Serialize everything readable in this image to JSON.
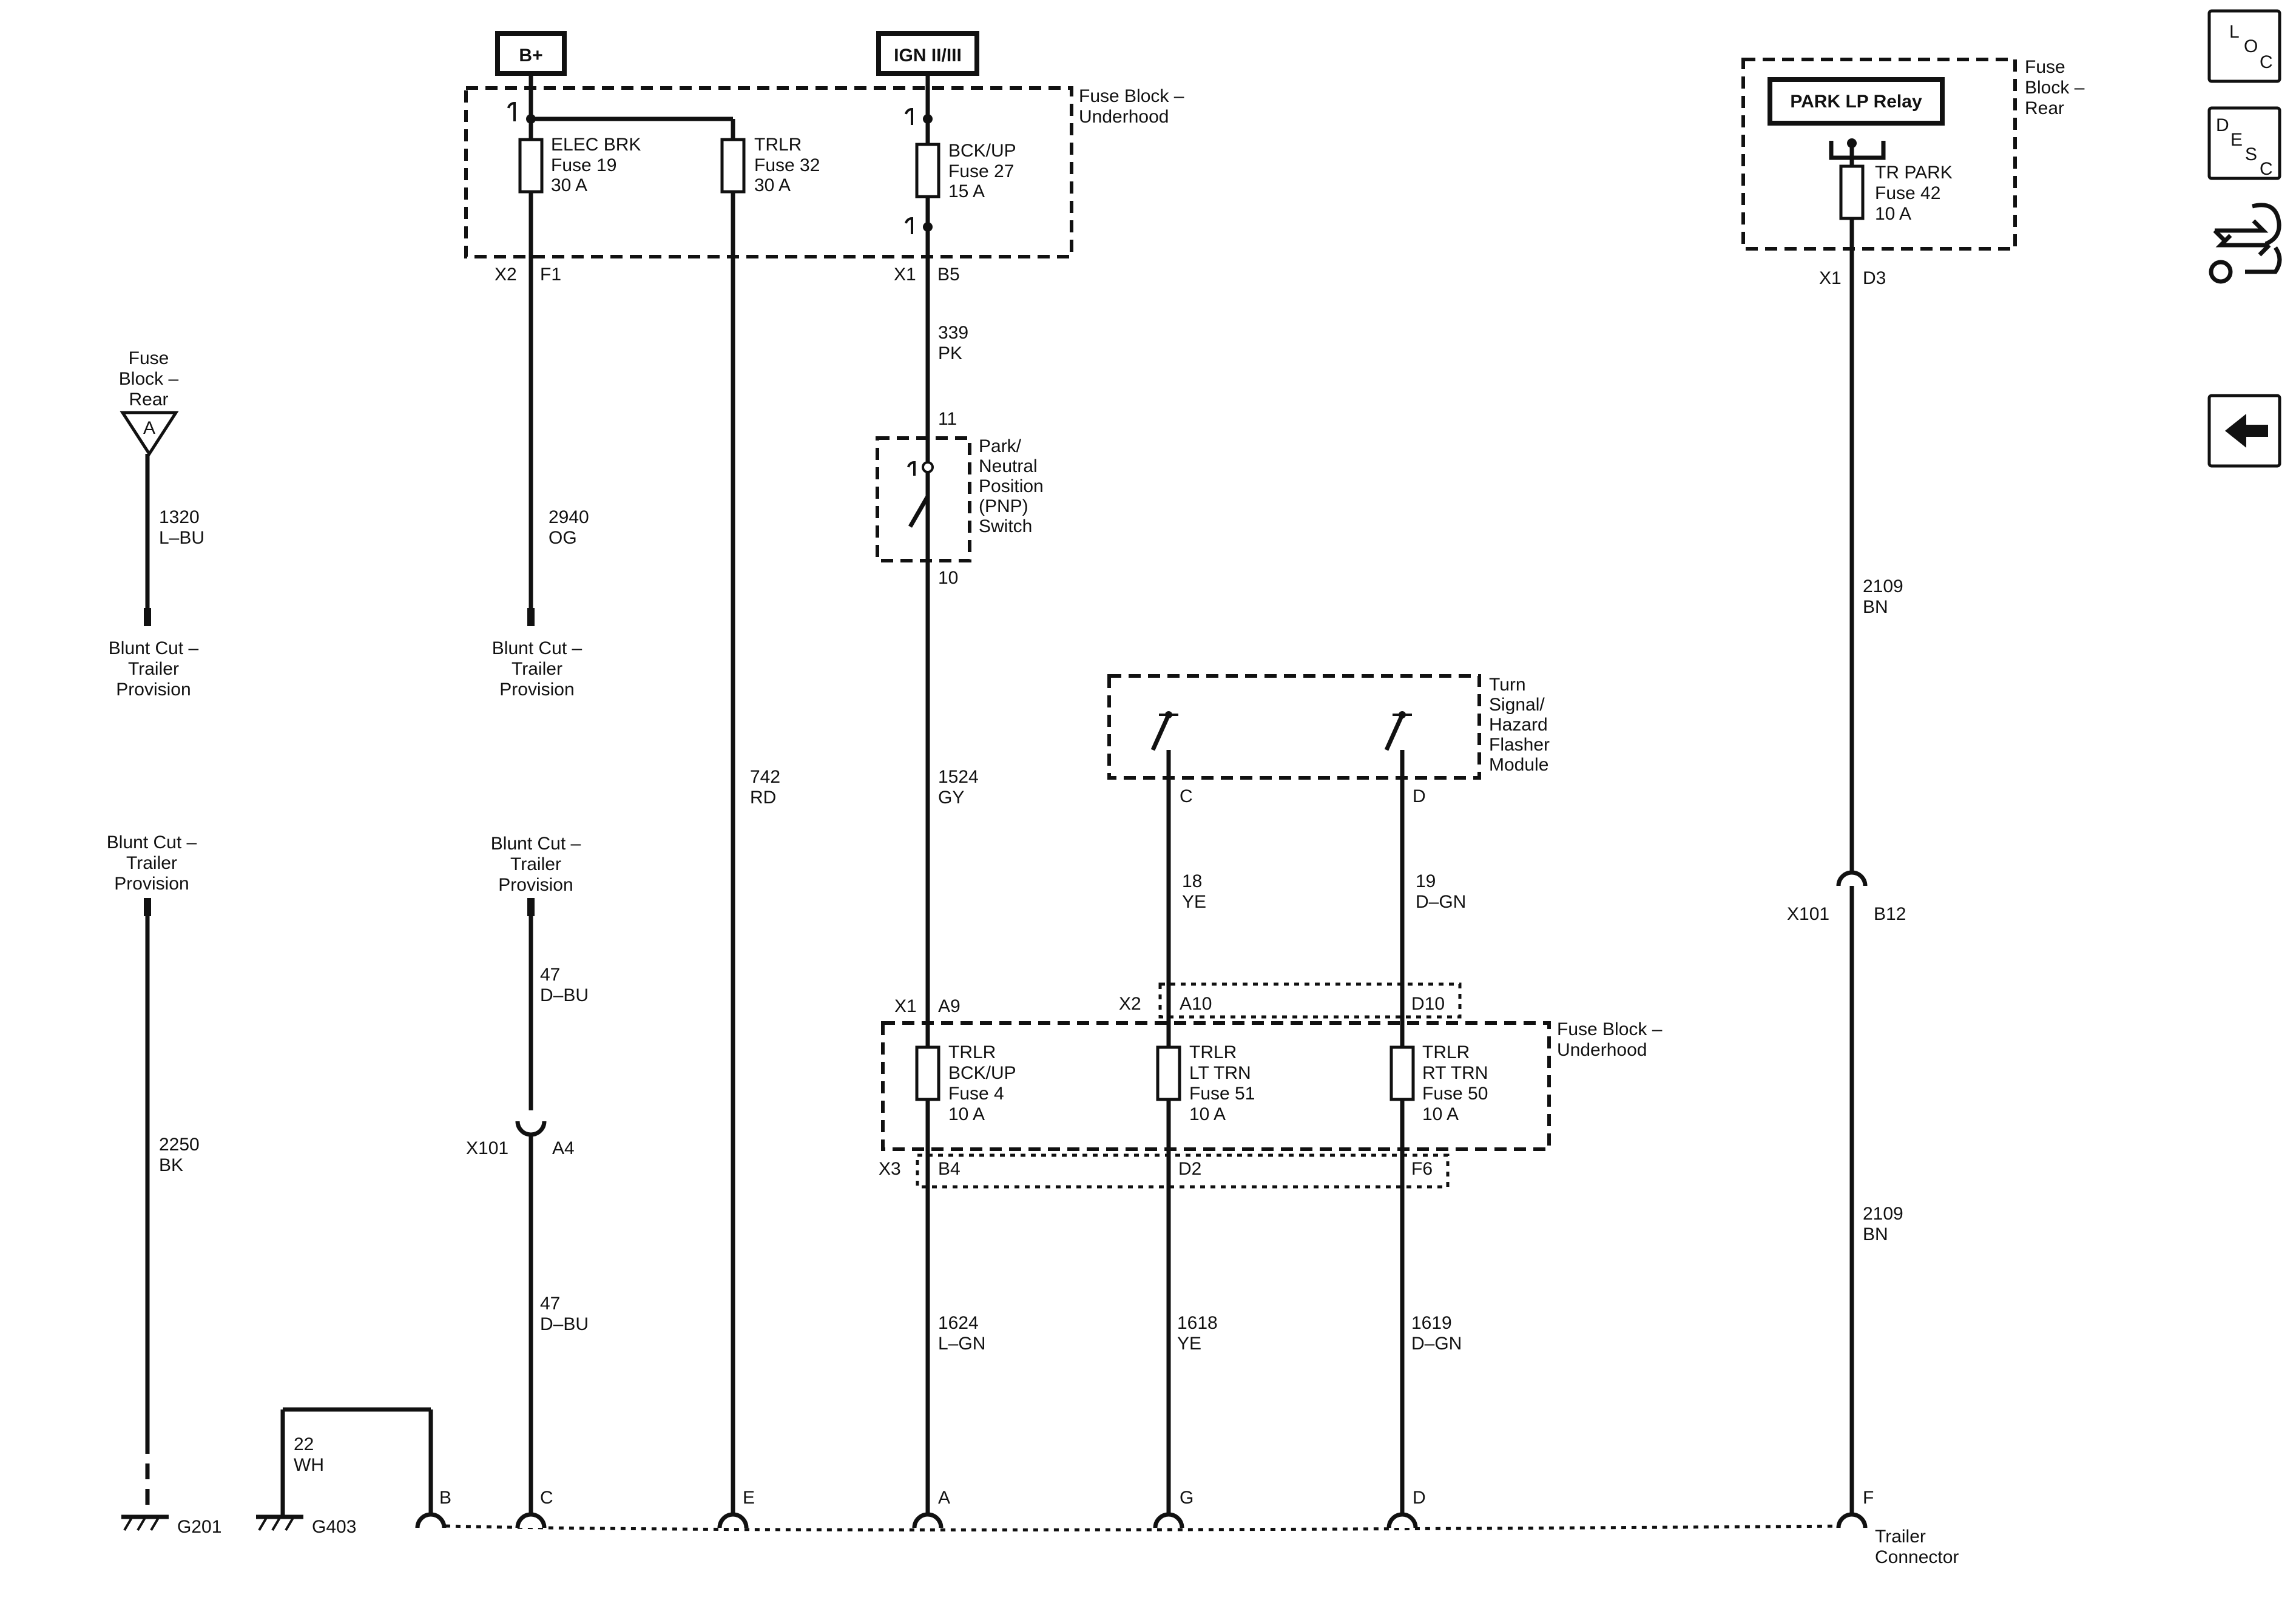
{
  "power": {
    "bplus": "B+",
    "ign": "IGN II/III"
  },
  "fuse_block_underhood_top": {
    "line1": "Fuse Block –",
    "line2": "Underhood"
  },
  "fuse_block_underhood_lower": {
    "line1": "Fuse Block –",
    "line2": "Underhood"
  },
  "fuse_block_rear_left": {
    "line1": "Fuse",
    "line2": "Block –",
    "line3": "Rear",
    "terminal": "A"
  },
  "fuse_block_rear_right": {
    "line1": "Fuse",
    "line2": "Block –",
    "line3": "Rear",
    "relay": "PARK LP Relay"
  },
  "fuses": {
    "elec_brk": {
      "line1": "ELEC BRK",
      "line2": "Fuse 19",
      "line3": "30 A"
    },
    "trlr32": {
      "line1": "TRLR",
      "line2": "Fuse 32",
      "line3": "30 A"
    },
    "bckup27": {
      "line1": "BCK/UP",
      "line2": "Fuse 27",
      "line3": "15 A"
    },
    "trlr_bckup4": {
      "line1": "TRLR",
      "line2": "BCK/UP",
      "line3": "Fuse 4",
      "line4": "10 A"
    },
    "trlr_lt51": {
      "line1": "TRLR",
      "line2": "LT TRN",
      "line3": "Fuse 51",
      "line4": "10 A"
    },
    "trlr_rt50": {
      "line1": "TRLR",
      "line2": "RT TRN",
      "line3": "Fuse 50",
      "line4": "10 A"
    },
    "tr_park42": {
      "line1": "TR PARK",
      "line2": "Fuse 42",
      "line3": "10 A"
    }
  },
  "connectors": {
    "x1": "X1",
    "x2": "X2",
    "x3": "X3",
    "x101": "X101",
    "f1": "F1",
    "b5": "B5",
    "d3": "D3",
    "a9": "A9",
    "a10": "A10",
    "d10": "D10",
    "b4": "B4",
    "d2": "D2",
    "f6": "F6",
    "a4": "A4",
    "b12": "B12"
  },
  "wires": {
    "w339": {
      "num": "339",
      "color": "PK"
    },
    "w1320": {
      "num": "1320",
      "color": "L–BU"
    },
    "w2940": {
      "num": "2940",
      "color": "OG"
    },
    "w742": {
      "num": "742",
      "color": "RD"
    },
    "w1524": {
      "num": "1524",
      "color": "GY"
    },
    "w18": {
      "num": "18",
      "color": "YE"
    },
    "w19": {
      "num": "19",
      "color": "D–GN"
    },
    "w2109a": {
      "num": "2109",
      "color": "BN"
    },
    "w2109b": {
      "num": "2109",
      "color": "BN"
    },
    "w47a": {
      "num": "47",
      "color": "D–BU"
    },
    "w47b": {
      "num": "47",
      "color": "D–BU"
    },
    "w2250": {
      "num": "2250",
      "color": "BK"
    },
    "w22": {
      "num": "22",
      "color": "WH"
    },
    "w1624": {
      "num": "1624",
      "color": "L–GN"
    },
    "w1618": {
      "num": "1618",
      "color": "YE"
    },
    "w1619": {
      "num": "1619",
      "color": "D–GN"
    }
  },
  "pnp": {
    "pin_top": "11",
    "pin_bottom": "10",
    "line1": "Park/",
    "line2": "Neutral",
    "line3": "Position",
    "line4": "(PNP)",
    "line5": "Switch"
  },
  "flasher": {
    "line1": "Turn",
    "line2": "Signal/",
    "line3": "Hazard",
    "line4": "Flasher",
    "line5": "Module",
    "pin_c": "C",
    "pin_d": "D"
  },
  "blunt_cuts": [
    {
      "line1": "Blunt Cut –",
      "line2": "Trailer",
      "line3": "Provision"
    },
    {
      "line1": "Blunt Cut –",
      "line2": "Trailer",
      "line3": "Provision"
    },
    {
      "line1": "Blunt Cut –",
      "line2": "Trailer",
      "line3": "Provision"
    },
    {
      "line1": "Blunt Cut –",
      "line2": "Trailer",
      "line3": "Provision"
    }
  ],
  "grounds": {
    "g201": "G201",
    "g403": "G403"
  },
  "trailer_connector": {
    "line1": "Trailer",
    "line2": "Connector",
    "pins": {
      "b": "B",
      "c": "C",
      "e": "E",
      "a": "A",
      "g": "G",
      "d": "D",
      "f": "F"
    }
  },
  "nav": {
    "loc_1": "L",
    "loc_2": "O",
    "loc_3": "C",
    "desc_1": "D",
    "desc_2": "E",
    "desc_3": "S",
    "desc_4": "C"
  }
}
